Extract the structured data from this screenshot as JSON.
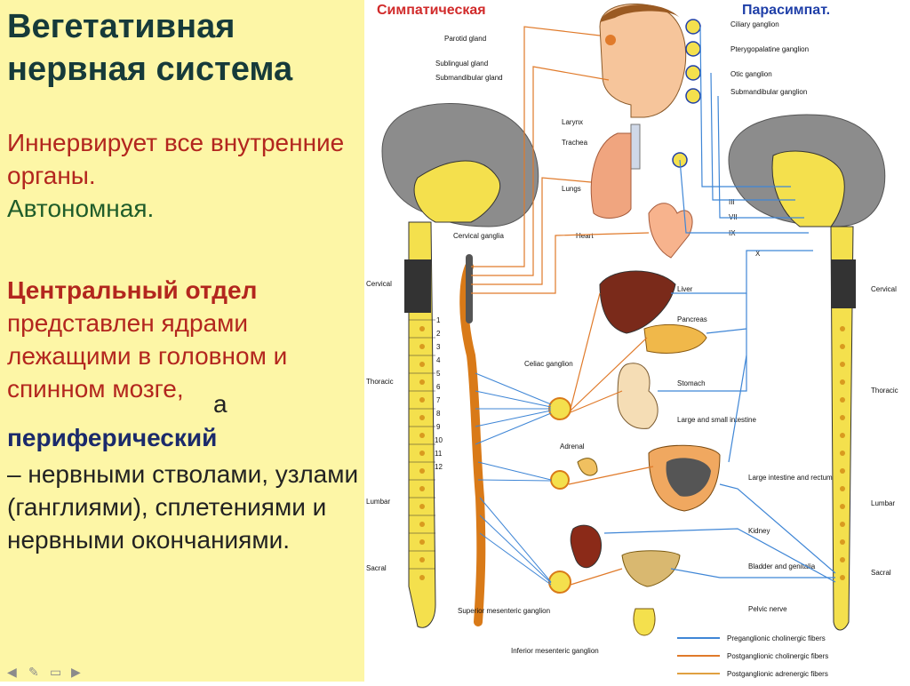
{
  "slide": {
    "title": "Вегетативная нервная система",
    "para1": "Иннервирует все внутренние органы.",
    "para1b": "Автономная.",
    "central_bold": "Центральный отдел",
    "central_rest": "представлен ядрами лежащими в головном и спинном мозге,",
    "a": " а",
    "peripheral_bold": "периферический",
    "peripheral_rest": "– нервными стволами, узлами (ганглиями), сплетениями и нервными окончаниями."
  },
  "nav_icons": [
    "arrow-left-icon",
    "pen-icon",
    "screen-icon",
    "arrow-right-icon"
  ],
  "diagram": {
    "header_left": "Симпатическая",
    "header_right": "Парасимпат.",
    "colors": {
      "sympathetic": "#d12b2b",
      "parasympathetic": "#1f3fa8",
      "preganglionic": "#3f86d6",
      "postganglionic_chol": "#e07a2a",
      "postganglionic_adren": "#e0a040"
    },
    "organs": {
      "parotid": "Parotid gland",
      "sublingual": "Sublingual gland",
      "submandibular": "Submandibular gland",
      "ciliary": "Ciliary ganglion",
      "pterygopalatine": "Pterygopalatine ganglion",
      "otic": "Otic ganglion",
      "submandibular_gang": "Submandibular ganglion",
      "larynx": "Larynx",
      "trachea": "Trachea",
      "lungs": "Lungs",
      "heart": "Heart",
      "liver": "Liver",
      "pancreas": "Pancreas",
      "stomach": "Stomach",
      "large_small": "Large and small intestine",
      "adrenal": "Adrenal",
      "large_rectum": "Large intestine and rectum",
      "kidney": "Kidney",
      "bladder": "Bladder and genitalia",
      "pelvic": "Pelvic nerve",
      "cervical_ganglia": "Cervical ganglia",
      "celiac": "Celiac ganglion",
      "superior_mes": "Superior mesenteric ganglion",
      "inferior_mes": "Inferior mesenteric ganglion"
    },
    "roman": [
      "III",
      "VII",
      "IX",
      "X"
    ],
    "regions_left": [
      "Cervical",
      "Thoracic",
      "Lumbar",
      "Sacral"
    ],
    "regions_right": [
      "Cervical",
      "Thoracic",
      "Lumbar",
      "Sacral"
    ],
    "vert_numbers": [
      "1",
      "2",
      "3",
      "4",
      "5",
      "6",
      "7",
      "8",
      "9",
      "10",
      "11",
      "12"
    ],
    "legend": [
      {
        "label": "Preganglionic cholinergic fibers",
        "color": "#3f86d6"
      },
      {
        "label": "Postganglionic cholinergic fibers",
        "color": "#e07a2a"
      },
      {
        "label": "Postganglionic adrenergic fibers",
        "color": "#e0a040"
      }
    ]
  }
}
